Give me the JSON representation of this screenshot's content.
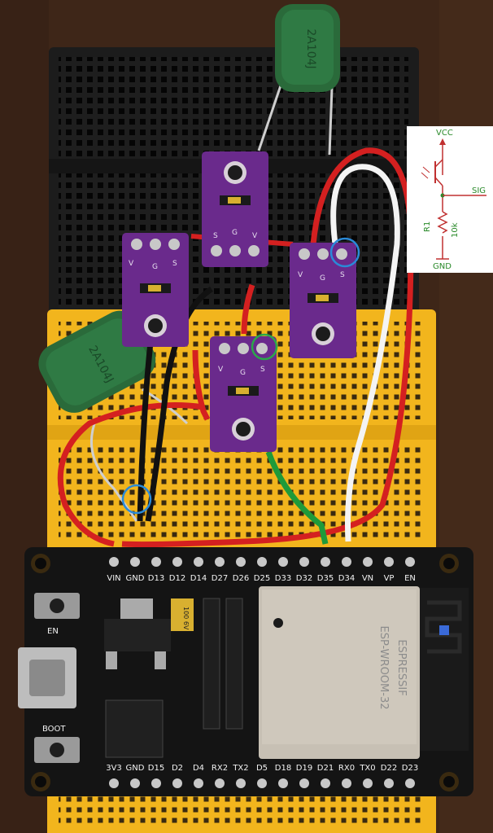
{
  "esp32": {
    "top_pins": [
      "VIN",
      "GND",
      "D13",
      "D12",
      "D14",
      "D27",
      "D26",
      "D25",
      "D33",
      "D32",
      "D35",
      "D34",
      "VN",
      "VP",
      "EN"
    ],
    "bottom_pins": [
      "3V3",
      "GND",
      "D15",
      "D2",
      "D4",
      "RX2",
      "TX2",
      "D5",
      "D18",
      "D19",
      "D21",
      "RX0",
      "TX0",
      "D22",
      "D23"
    ],
    "module_brand": "ESPRESSIF",
    "module_model": "ESP-WROOM-32",
    "button_en": "EN",
    "button_boot": "BOOT",
    "cap_marking": "100 6V"
  },
  "sensors": {
    "pin_labels": [
      "S",
      "G",
      "V"
    ]
  },
  "capacitors": {
    "marking": "2A104J"
  },
  "schematic": {
    "vcc": "VCC",
    "sig": "SIG",
    "gnd": "GND",
    "resistor_name": "R1",
    "resistor_value": "10k"
  },
  "colors": {
    "breadboard_black": "#1c1c1c",
    "breadboard_yellow": "#f2b51d",
    "sensor_purple": "#6a2a8c",
    "wire_red": "#d42020",
    "wire_white": "#f4f4f4",
    "wire_black": "#111111",
    "wire_green": "#1f9a3a",
    "highlight_blue": "#2a8ad8",
    "highlight_green": "#2aa84a"
  }
}
